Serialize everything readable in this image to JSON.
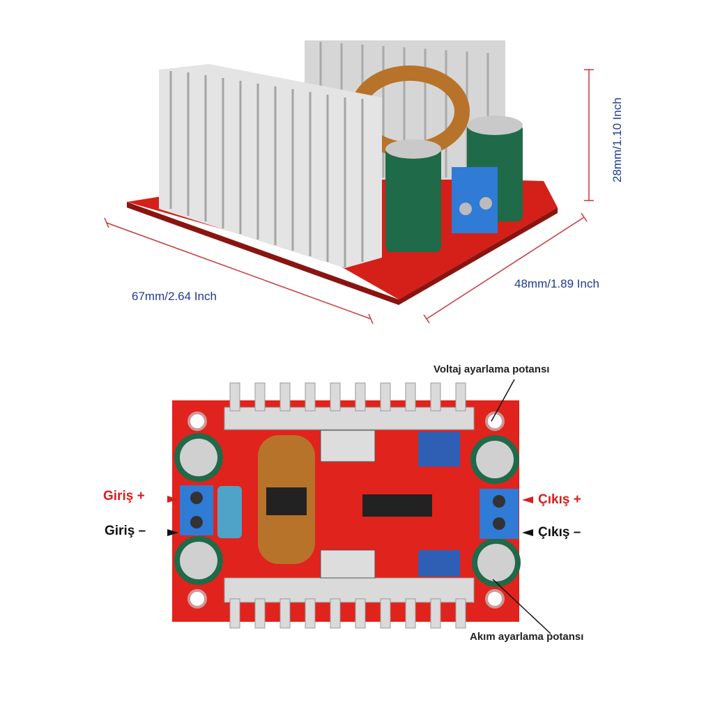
{
  "dimensions": {
    "height": "28mm/1.10 Inch",
    "length": "67mm/2.64 Inch",
    "width": "48mm/1.89 Inch"
  },
  "labels": {
    "voltage_pot": "Voltaj ayarlama potansı",
    "current_pot": "Akım ayarlama potansı",
    "input_plus": "Giriş +",
    "input_minus": "Giriş –",
    "output_plus": "Çıkış +",
    "output_minus": "Çıkış –"
  },
  "colors": {
    "dimension_line": "#c8363a",
    "dimension_text": "#1f3a93",
    "pcb": "#e0231c",
    "heatsink": "#d8d8d8",
    "capacitor": "#1f6a48",
    "terminal": "#2f7bd6"
  }
}
